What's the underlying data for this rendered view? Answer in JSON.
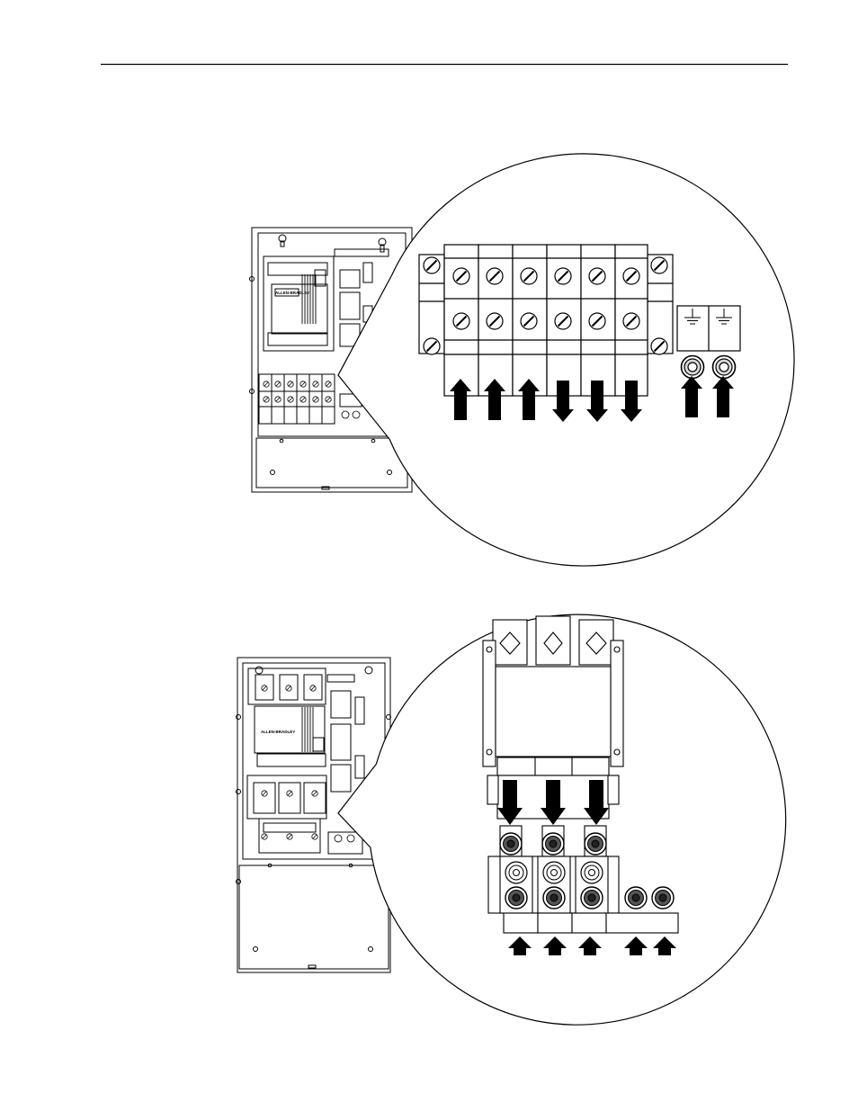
{
  "page": {
    "header_rule": true
  },
  "figure_top": {
    "enclosure": {
      "brand_text": "ALLEN-BRADLEY"
    },
    "terminal_block": {
      "power_poles": 6,
      "ground_terminals": 2
    },
    "arrows": {
      "line_in_up": 3,
      "load_out_down": 3,
      "ground_up": 2
    },
    "icons": [
      "ground-symbol",
      "ground-symbol"
    ]
  },
  "figure_bottom": {
    "enclosure": {
      "brand_text": "ALLEN-BRADLEY"
    },
    "contactor": {
      "output_lugs": 3
    },
    "terminals": {
      "input_lugs": 3,
      "ground_studs": 2
    },
    "arrows": {
      "output_down": 3,
      "input_up": 5
    }
  }
}
